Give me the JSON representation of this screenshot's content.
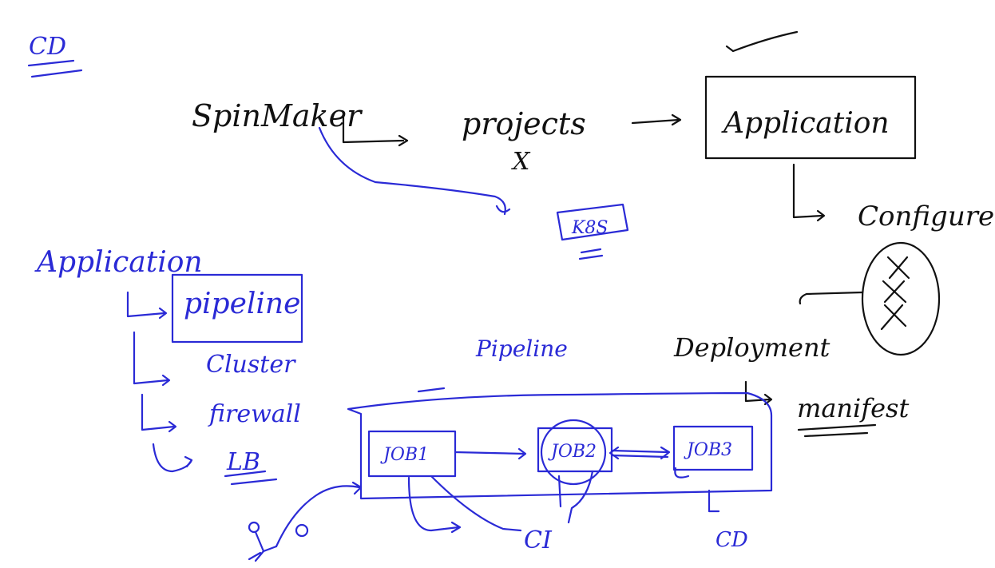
{
  "colors": {
    "black_ink": "#111111",
    "blue_ink": "#2a2ad6",
    "background": "#ffffff"
  },
  "labels": {
    "cd_top": "CD",
    "spinnaker": "SpinMaker",
    "projects": "projects",
    "projects_mark": "X",
    "application_box": "Application",
    "configure": "Configure",
    "k8s": "K8S",
    "application_tree": "Application",
    "pipeline_item": "pipeline",
    "cluster_item": "Cluster",
    "firewall_item": "firewall",
    "lb_item": "LB",
    "pipeline_heading": "Pipeline",
    "deployment": "Deployment",
    "manifest": "manifest",
    "job1": "JOB1",
    "job2": "JOB2",
    "job3": "JOB3",
    "ci": "CI",
    "cd_bottom": "CD"
  }
}
